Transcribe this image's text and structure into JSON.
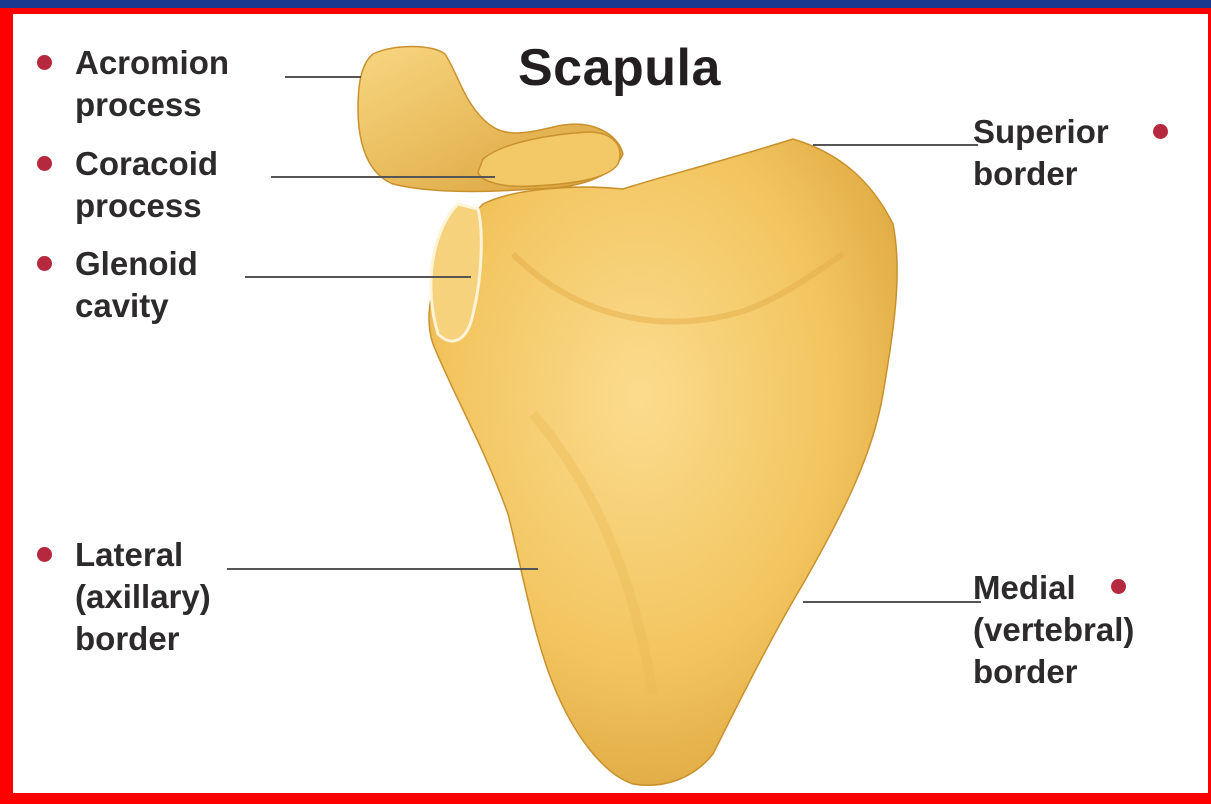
{
  "title": "Scapula",
  "labels": {
    "acromion": {
      "line1": "Acromion",
      "line2": "process"
    },
    "coracoid": {
      "line1": "Coracoid",
      "line2": "process"
    },
    "glenoid": {
      "line1": "Glenoid",
      "line2": "cavity"
    },
    "lateral": {
      "line1": "Lateral",
      "line2": "(axillary)",
      "line3": "border"
    },
    "superior": {
      "line1": "Superior",
      "line2": "border"
    },
    "medial": {
      "line1": "Medial",
      "line2": "(vertebral)",
      "line3": "border"
    }
  },
  "colors": {
    "bone": "#f2c45e",
    "bone_shadow": "#d9a13a",
    "bullet": "#b5283d",
    "frame": "#ff0000",
    "top_bar": "#1a3a8f"
  }
}
